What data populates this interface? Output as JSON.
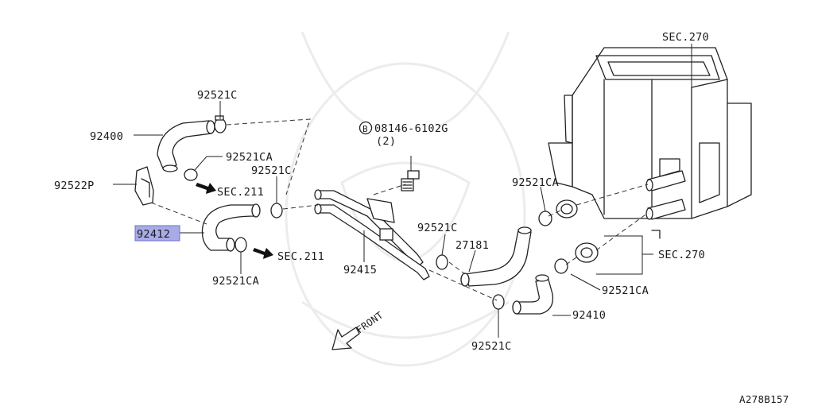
{
  "labels": {
    "sec270_top": "SEC.270",
    "p92521c_top": "92521C",
    "p92400": "92400",
    "p92521ca_upper": "92521CA",
    "p92521c_mid": "92521C",
    "p92522p": "92522P",
    "sec211_upper": "SEC.211",
    "p92412": "92412",
    "sec211_lower": "SEC.211",
    "p92521ca_lower": "92521CA",
    "bolt_circle": "B",
    "bolt_part": "08146-6102G",
    "bolt_qty": "(2)",
    "p92521ca_right": "92521CA",
    "p92521c_center": "92521C",
    "p27181": "27181",
    "p92415": "92415",
    "sec270_right": "SEC.270",
    "p92521ca_bottomright": "92521CA",
    "p92410": "92410",
    "p92521c_bottom": "92521C",
    "front": "FRONT",
    "diagram_code": "A278B157"
  },
  "highlight": {
    "part": "92412",
    "color": "#a8abe6"
  }
}
